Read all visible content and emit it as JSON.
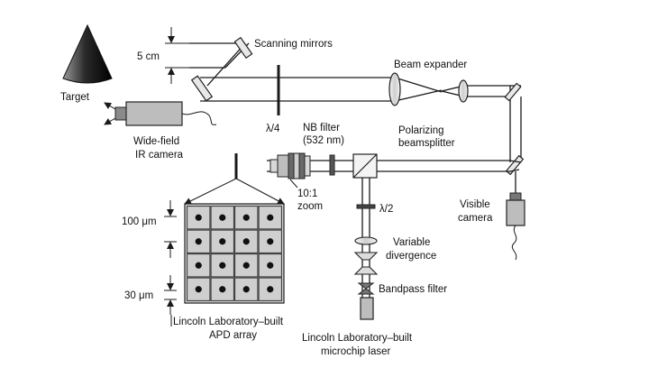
{
  "labels": {
    "target": "Target",
    "scale": "5 cm",
    "scanning_mirrors": "Scanning mirrors",
    "beam_expander": "Beam expander",
    "quarter_wave": "λ/4",
    "nb_filter_line1": "NB filter",
    "nb_filter_line2": "(532 nm)",
    "polarizing_line1": "Polarizing",
    "polarizing_line2": "beamsplitter",
    "ir_camera_line1": "Wide-field",
    "ir_camera_line2": "IR camera",
    "zoom_line1": "10:1",
    "zoom_line2": "zoom",
    "half_wave": "λ/2",
    "visible_camera_line1": "Visible",
    "visible_camera_line2": "camera",
    "variable_line1": "Variable",
    "variable_line2": "divergence",
    "bandpass": "Bandpass filter",
    "pitch": "100 μm",
    "pixel_size": "30 μm",
    "apd_line1": "Lincoln Laboratory–built",
    "apd_line2": "APD array",
    "laser_line1": "Lincoln Laboratory–built",
    "laser_line2": "microchip laser"
  },
  "apd_grid": {
    "rows": 4,
    "cols": 4
  }
}
